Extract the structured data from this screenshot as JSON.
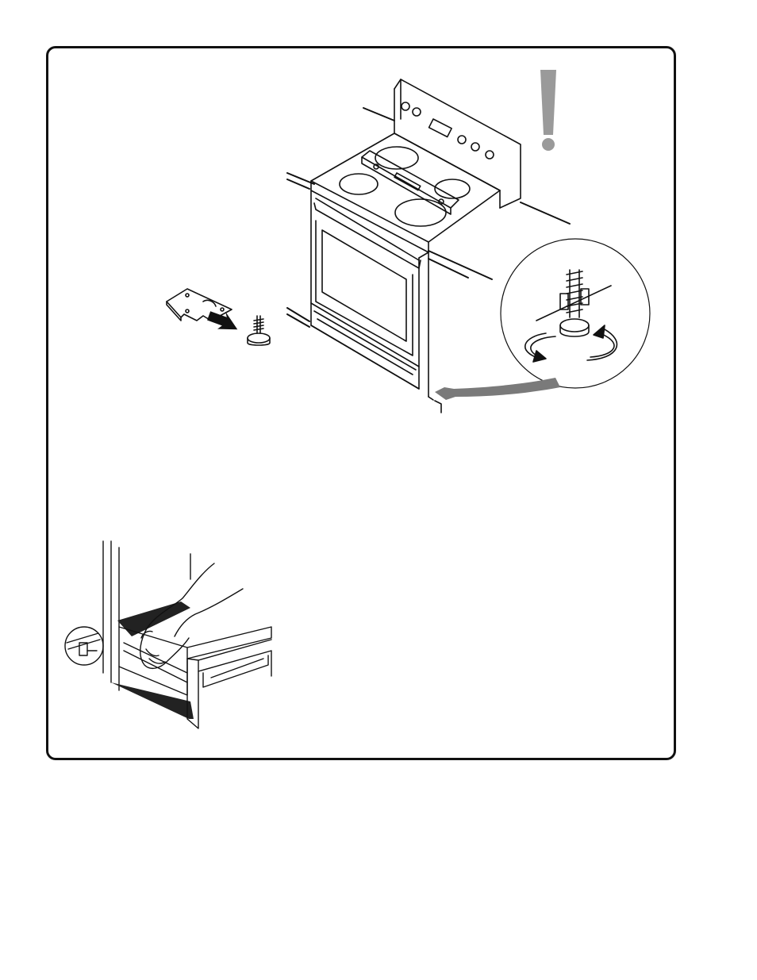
{
  "document": {
    "page": "installation-illustrations"
  },
  "figures": [
    {
      "id": "range-leveling",
      "icons": [
        "range-icon",
        "level-tool-icon",
        "anti-tip-bracket-icon",
        "leveling-leg-icon",
        "rotation-arrows-icon",
        "caution-exclamation-icon"
      ]
    },
    {
      "id": "storage-drawer",
      "icons": [
        "hand-icon",
        "drawer-icon",
        "drawer-glide-detail-icon"
      ]
    }
  ],
  "colors": {
    "line": "#111111",
    "caution": "#9a9a9a",
    "arrow": "#7a7a7a",
    "shadow": "#333333"
  }
}
